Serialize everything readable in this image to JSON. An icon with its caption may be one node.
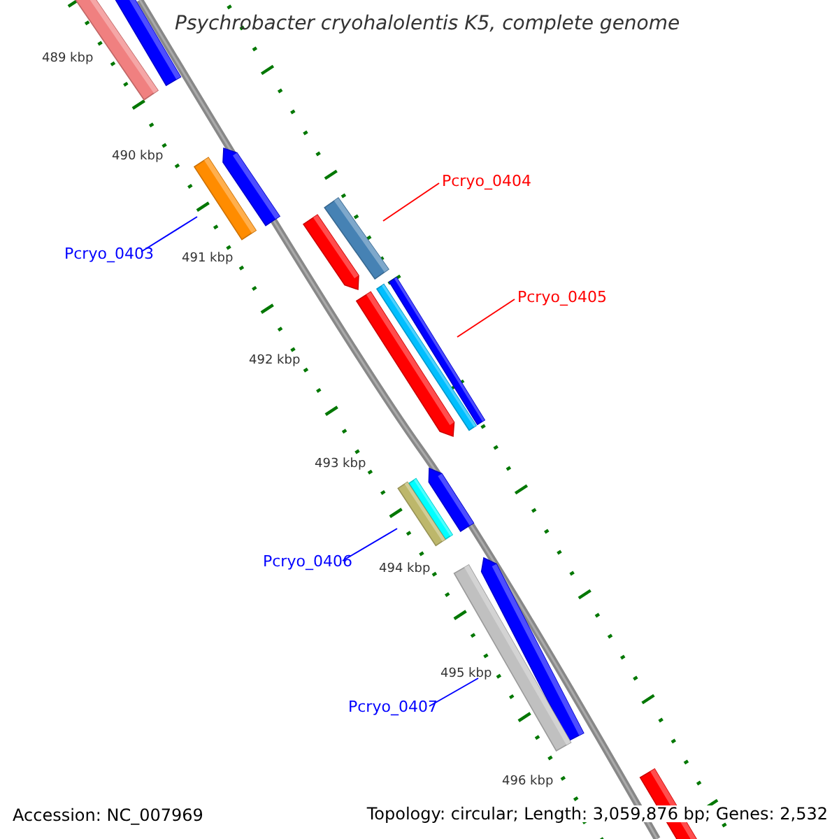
{
  "diagram": {
    "title": "Psychrobacter cryohalolentis K5, complete genome",
    "nodes": [
      {
        "text": [
          "Pcryo_0403"
        ]
      },
      {
        "text": [],
        "shape": "bar"
      },
      {
        "text": [
          "Pcryo_0404"
        ]
      },
      {
        "text": [],
        "shape": "bar"
      },
      {
        "text": [
          "Pcryo_0405"
        ]
      },
      {
        "text": [],
        "shape": "bar"
      },
      {
        "text": [
          "Pcryo_0406"
        ]
      },
      {
        "text": [],
        "shape": "bar"
      },
      {
        "text": [
          "Pcryo_0407"
        ]
      },
      {
        "text": [],
        "shape": "bar"
      }
    ],
    "edges": [
      {
        "from": 0,
        "to": 1,
        "arrow": "none",
        "color": "#0000ff"
      },
      {
        "from": 2,
        "to": 3,
        "arrow": "none",
        "color": "#ff0000"
      },
      {
        "from": 4,
        "to": 5,
        "arrow": "none",
        "color": "#ff0000"
      },
      {
        "from": 6,
        "to": 7,
        "arrow": "none",
        "color": "#0000ff"
      },
      {
        "from": 8,
        "to": 9,
        "arrow": "none",
        "color": "#0000ff"
      }
    ],
    "labels": [
      "489 kbp",
      "490 kbp",
      "491 kbp",
      "492 kbp",
      "493 kbp",
      "494 kbp",
      "495 kbp",
      "496 kbp",
      "Accession: NC_007969",
      "Topology: circular; Length: 3,059,876 bp; Genes: 2,532"
    ]
  }
}
